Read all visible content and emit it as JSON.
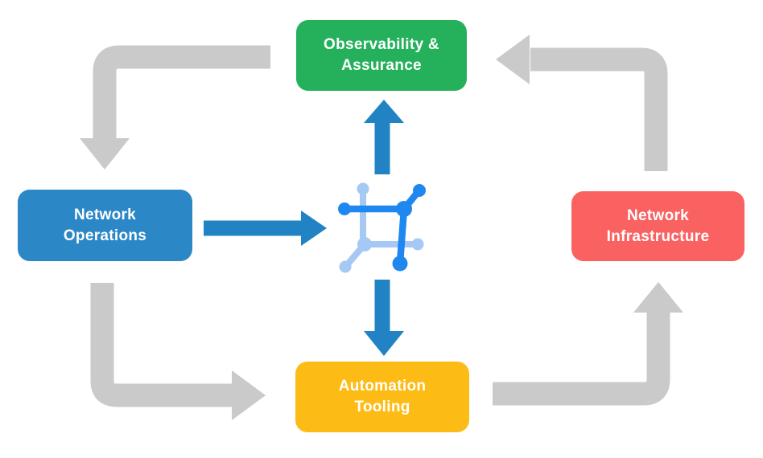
{
  "colors": {
    "background": "#ffffff",
    "gray-arrow": "#cacaca",
    "blue-arrow": "#2183c4",
    "icon-blue": "#1f88f0",
    "icon-light-blue": "#a5c8f4",
    "node-green": "#25b15c",
    "node-blue": "#2c87c6",
    "node-red": "#fa6262",
    "node-yellow": "#fdbc15",
    "node-text": "#ffffff"
  },
  "nodes": {
    "observability": {
      "line1": "Observability &",
      "line2": "Assurance"
    },
    "operations": {
      "line1": "Network",
      "line2": "Operations"
    },
    "infrastructure": {
      "line1": "Network",
      "line2": "Infrastructure"
    },
    "automation": {
      "line1": "Automation",
      "line2": "Tooling"
    }
  },
  "icons": {
    "center": "network-mesh-icon"
  }
}
